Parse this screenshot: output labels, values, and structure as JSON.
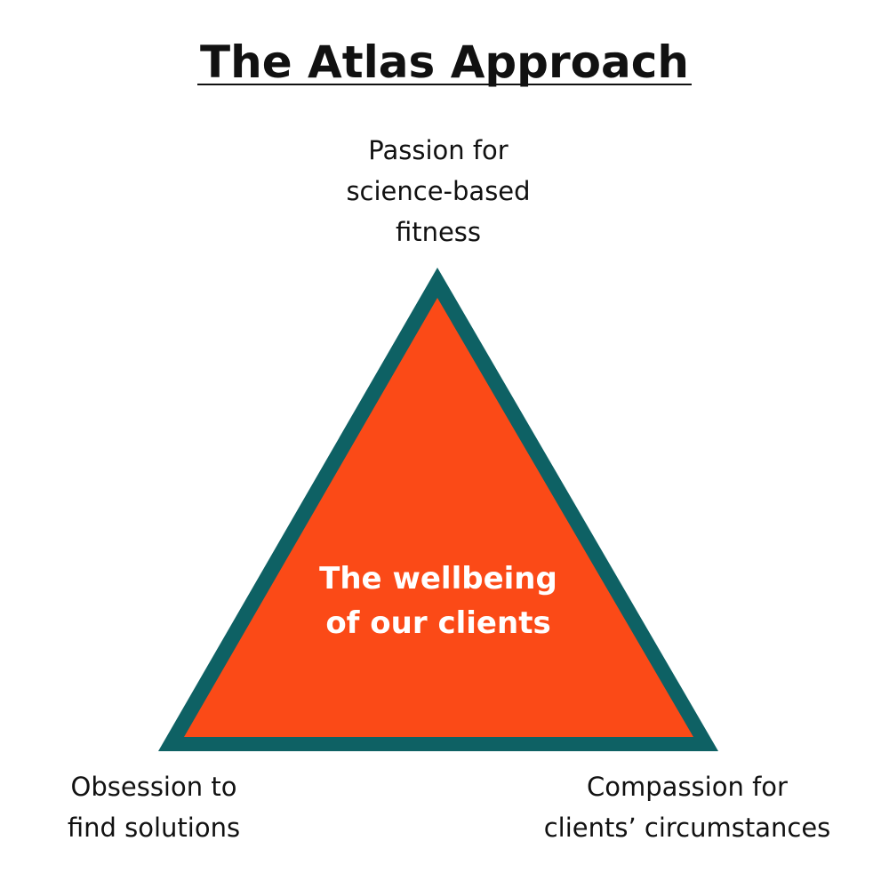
{
  "title": "The Atlas Approach",
  "colors": {
    "triangle_fill": "#fb4a17",
    "triangle_border": "#0e6164",
    "text": "#111111",
    "center_text": "#ffffff"
  },
  "labels": {
    "top": [
      "Passion for",
      "science-based",
      "fitness"
    ],
    "bottom_left": [
      "Obsession to",
      "find solutions"
    ],
    "bottom_right": [
      "Compassion for",
      "clients’ circumstances"
    ]
  },
  "center": [
    "The wellbeing",
    "of our clients"
  ]
}
